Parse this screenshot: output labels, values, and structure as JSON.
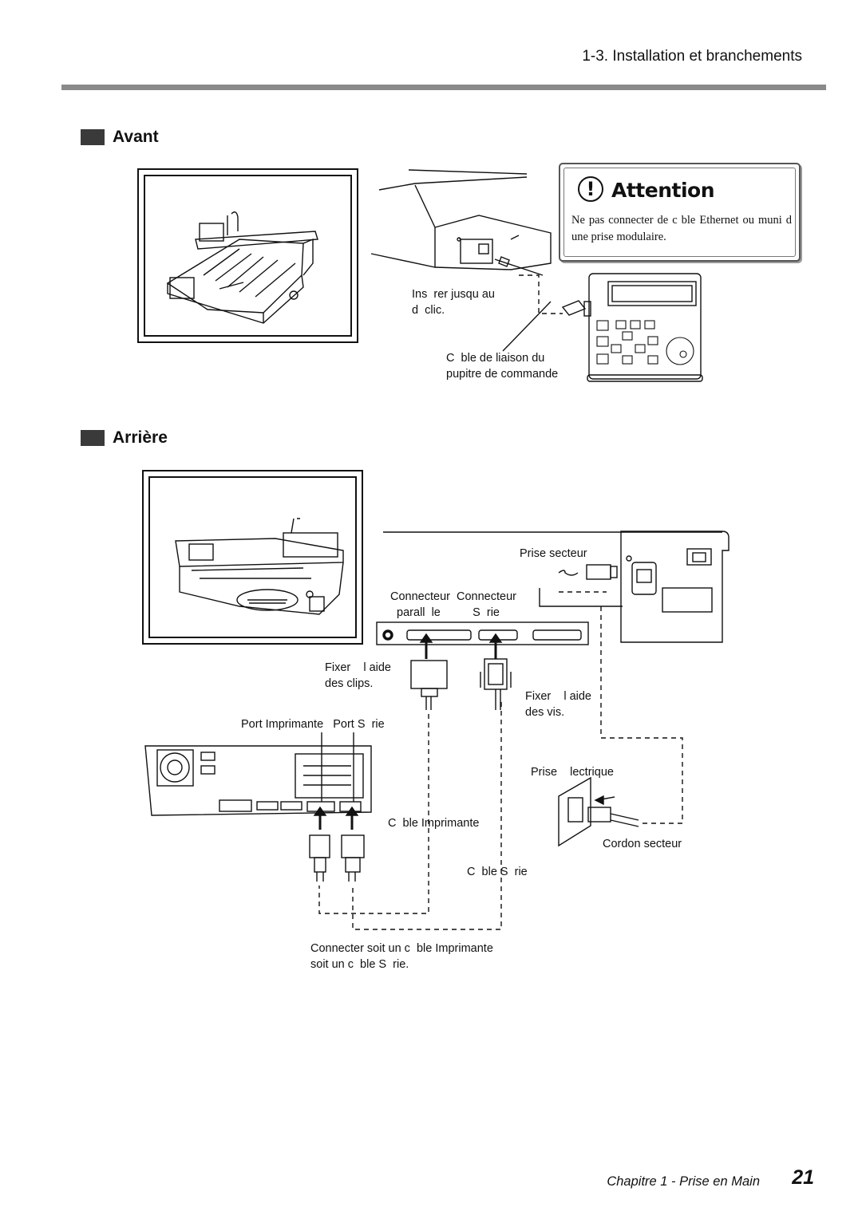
{
  "header": {
    "section_title": "1-3. Installation et branchements"
  },
  "sections": {
    "front": "Avant",
    "rear": "Arrière"
  },
  "attention": {
    "title": "Attention",
    "text": "Ne pas connecter de c ble Ethernet ou muni d une prise modulaire."
  },
  "front_labels": {
    "insert": "Ins  rer jusqu au\nd  clic.",
    "cable": "C  ble de liaison du\npupitre de commande"
  },
  "rear_labels": {
    "power_inlet": "Prise secteur",
    "connectors": "Connecteur  Connecteur\n  parall  le          S  rie",
    "clips": "Fixer    l aide\ndes clips.",
    "screws": "Fixer    l aide\ndes vis.",
    "ports": "Port Imprimante   Port S  rie",
    "outlet": "Prise    lectrique",
    "printer_cable": "C  ble Imprimante",
    "power_cord": "Cordon secteur",
    "serial_cable": "C  ble S  rie",
    "note": "Connecter soit un c  ble Imprimante\nsoit un c  ble S  rie."
  },
  "footer": {
    "chapter": "Chapitre 1 - Prise en Main",
    "page": "21"
  }
}
